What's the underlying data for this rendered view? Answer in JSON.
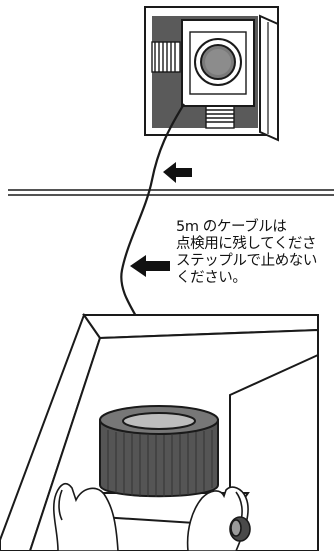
{
  "caption": {
    "lines": [
      "5m のケーブルは",
      "点検用に残してくださ",
      "ステップルで止めない",
      "ください。"
    ]
  },
  "colors": {
    "stroke": "#1a1a1a",
    "shadow_fill": "#555555",
    "panel_fill": "#ffffff",
    "arrow_fill": "#111111"
  },
  "icons": {
    "upper_arrow": "left-arrow-icon",
    "lower_arrow": "left-arrow-icon"
  }
}
